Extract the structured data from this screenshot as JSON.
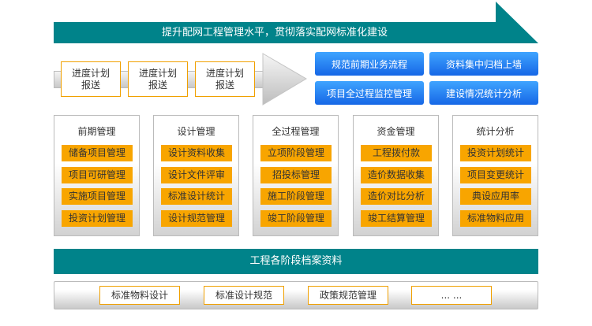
{
  "banner": {
    "title": "提升配网工程管理水平，贯彻落实配网标准化建设"
  },
  "steps": [
    "进度计划报送",
    "进度计划报送",
    "进度计划报送"
  ],
  "goals": [
    "规范前期业务流程",
    "资料集中归档上墙",
    "项目全过程监控管理",
    "建设情况统计分析"
  ],
  "columns": [
    {
      "title": "前期管理",
      "items": [
        "储备项目管理",
        "项目可研管理",
        "实施项目管理",
        "投资计划管理"
      ]
    },
    {
      "title": "设计管理",
      "items": [
        "设计资料收集",
        "设计文件评审",
        "标准设计统计",
        "设计规范管理"
      ]
    },
    {
      "title": "全过程管理",
      "items": [
        "立项阶段管理",
        "招投标管理",
        "施工阶段管理",
        "竣工阶段管理"
      ]
    },
    {
      "title": "资金管理",
      "items": [
        "工程拨付款",
        "造价数据收集",
        "造价对比分析",
        "竣工结算管理"
      ]
    },
    {
      "title": "统计分析",
      "items": [
        "投资计划统计",
        "项目变更统计",
        "典设应用率",
        "标准物料应用"
      ]
    }
  ],
  "archive": {
    "title": "工程各阶段档案资料",
    "items": [
      "标准物料设计",
      "标准设计规范",
      "政策规范管理",
      "... ..."
    ]
  },
  "colors": {
    "teal": "#00838a",
    "orange": "#f8a500",
    "blue": "#1667e6"
  }
}
